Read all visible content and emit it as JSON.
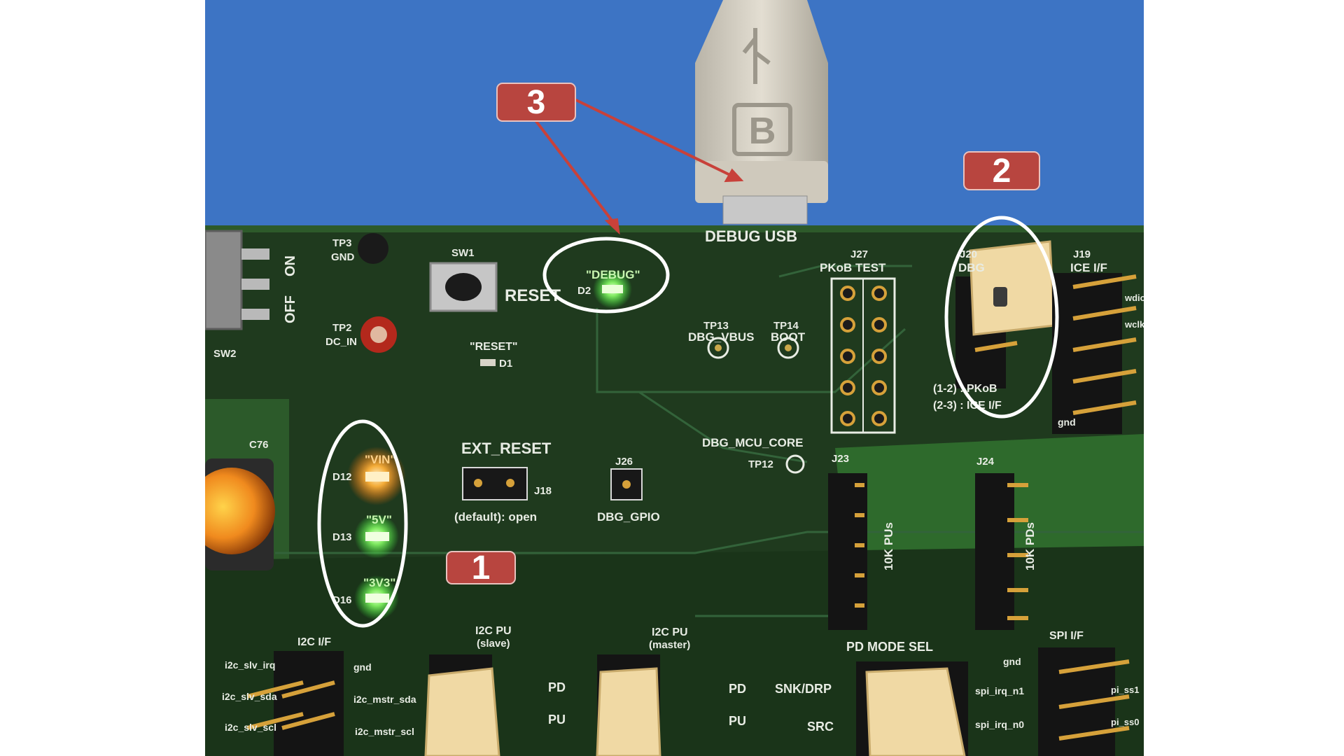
{
  "photo": {
    "colors": {
      "background": "#3d74c4",
      "board": "#1f3a1e",
      "silkscreen": "#e8ece4",
      "callout": "#b8453f",
      "led_green": "#8dff6a",
      "led_orange": "#ffb23a"
    },
    "board_labels": {
      "debug_usb": "DEBUG USB",
      "debug_led": "\"DEBUG\"",
      "d2": "D2",
      "sw1": "SW1",
      "reset": "RESET",
      "reset_led": "\"RESET\"",
      "d1": "D1",
      "tp3": "TP3",
      "gnd": "GND",
      "tp2": "TP2",
      "dc_in": "DC_IN",
      "on": "ON",
      "off": "OFF",
      "sw2": "SW2",
      "tp13": "TP13",
      "dbg_vbus": "DBG_VBUS",
      "tp14": "TP14",
      "boot": "BOOT",
      "j27": "J27",
      "pkob_test": "PKoB TEST",
      "j20": "J20",
      "dbg": "DBG",
      "j19": "J19",
      "ice_if": "ICE I/F",
      "jumper_opt1": "(1-2) : PKoB",
      "jumper_opt2": "(2-3) : ICE I/F",
      "c76": "C76",
      "vin": "\"VIN\"",
      "d12": "D12",
      "v5": "\"5V\"",
      "d13": "D13",
      "v3": "\"3V3\"",
      "d16": "D16",
      "ext_reset": "EXT_RESET",
      "j18": "J18",
      "default_open": "(default): open",
      "j26": "J26",
      "dbg_gpio": "DBG_GPIO",
      "dbg_mcu_core": "DBG_MCU_CORE",
      "tp12": "TP12",
      "j23": "J23",
      "j24": "J24",
      "pus": "10K PUs",
      "pds": "10K PDs",
      "i2c_if": "I2C I/F",
      "i2c_pu_slave": "I2C PU",
      "slave": "(slave)",
      "i2c_pu_master": "I2C PU",
      "master": "(master)",
      "pd": "PD",
      "pu": "PU",
      "pd_mode_sel": "PD MODE SEL",
      "snk_drp": "SNK/DRP",
      "src": "SRC",
      "spi_if": "SPI I/F",
      "i2c_slv_irq": "i2c_slv_irq",
      "i2c_slv_sda": "i2c_slv_sda",
      "i2c_slv_scl": "i2c_slv_scl",
      "i2c_mstr_sda": "i2c_mstr_sda",
      "i2c_mstr_scl": "i2c_mstr_scl",
      "spi_irq_n1": "spi_irq_n1",
      "spi_irq_n0": "spi_irq_n0",
      "pi_ss1": "pi_ss1",
      "pi_ss0": "pi_ss0",
      "gnd_small": "gnd",
      "wdio": "wdio",
      "wclk": "wclk"
    },
    "callouts": [
      {
        "number": "1",
        "target": "power LEDs VIN / 5V / 3V3"
      },
      {
        "number": "2",
        "target": "J20 DBG jumper"
      },
      {
        "number": "3",
        "target": "DEBUG LED and DEBUG USB connector"
      }
    ]
  }
}
